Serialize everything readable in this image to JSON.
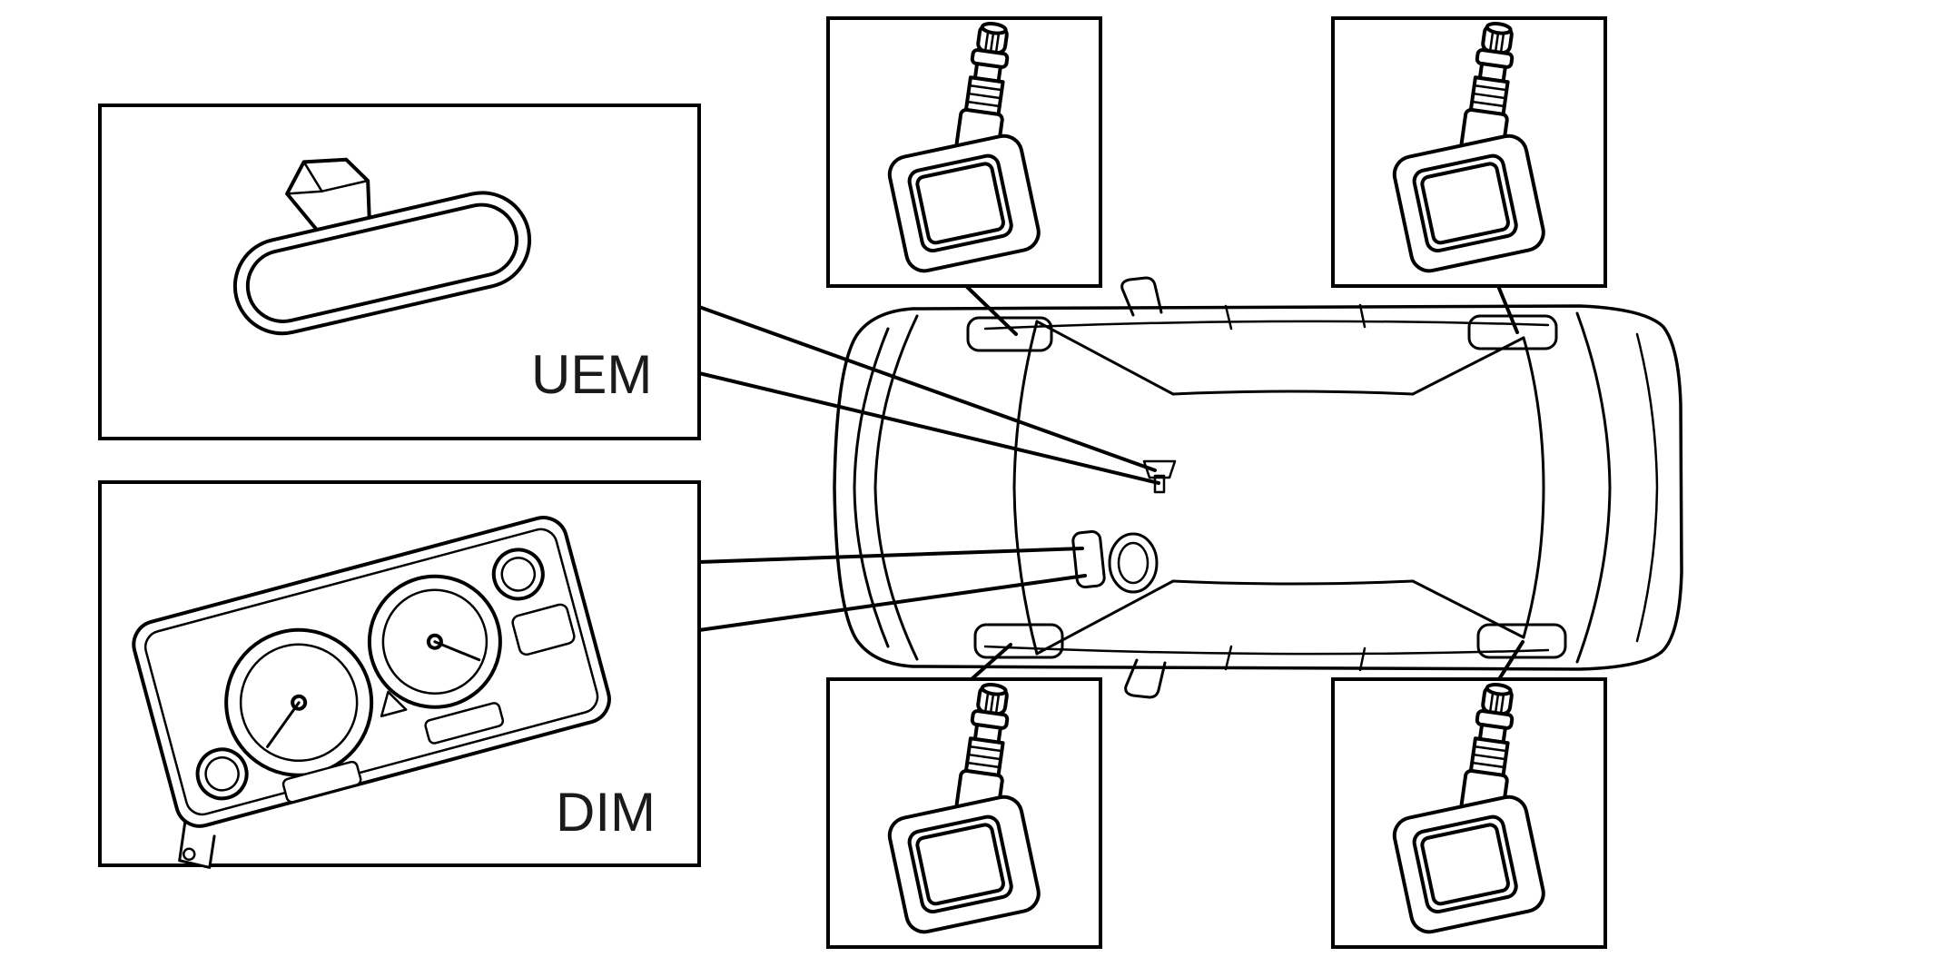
{
  "page": {
    "background": "#ffffff"
  },
  "labels": {
    "uem": "UEM",
    "dim": "DIM"
  },
  "colors": {
    "line": "#000000",
    "background": "#ffffff",
    "wheel_fill": "#9c9c9c",
    "marker_fill": "#8f8f8f"
  },
  "diagram": {
    "type": "component-location-diagram",
    "vehicle_view": "top",
    "callouts": [
      {
        "id": "uem",
        "label": "UEM",
        "icon": "rearview-mirror-icon",
        "points_to": "windshield mirror mount"
      },
      {
        "id": "dim",
        "label": "DIM",
        "icon": "instrument-cluster-icon",
        "points_to": "driver instrument panel"
      },
      {
        "id": "sensor-top-left",
        "icon": "tire-pressure-sensor-icon",
        "points_to": "front upper wheel"
      },
      {
        "id": "sensor-top-right",
        "icon": "tire-pressure-sensor-icon",
        "points_to": "rear upper wheel"
      },
      {
        "id": "sensor-bottom-left",
        "icon": "tire-pressure-sensor-icon",
        "points_to": "front lower wheel"
      },
      {
        "id": "sensor-bottom-right",
        "icon": "tire-pressure-sensor-icon",
        "points_to": "rear lower wheel"
      }
    ]
  }
}
